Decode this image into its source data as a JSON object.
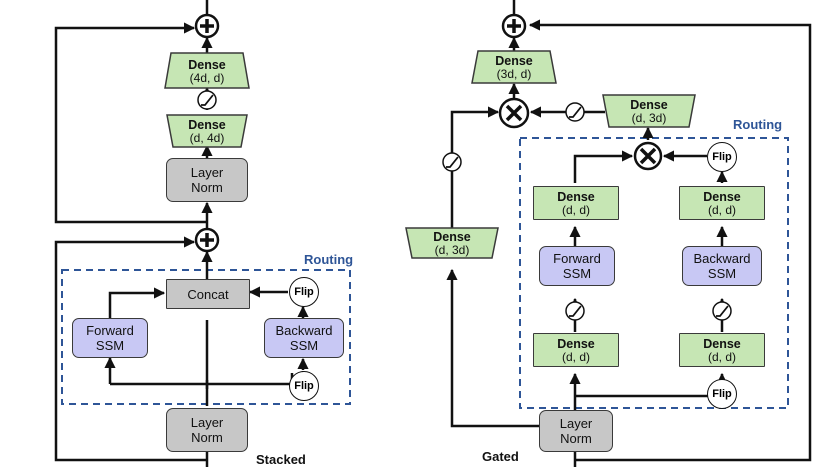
{
  "stacked": {
    "caption": "Stacked",
    "routing_label": "Routing",
    "dense_top": {
      "name": "Dense",
      "dims": "(4d, d)"
    },
    "dense_mid": {
      "name": "Dense",
      "dims": "(d, 4d)"
    },
    "layer_norm_top": {
      "line1": "Layer",
      "line2": "Norm"
    },
    "concat": "Concat",
    "forward_ssm": {
      "line1": "Forward",
      "line2": "SSM"
    },
    "backward_ssm": {
      "line1": "Backward",
      "line2": "SSM"
    },
    "flip": "Flip",
    "layer_norm_bottom": {
      "line1": "Layer",
      "line2": "Norm"
    }
  },
  "gated": {
    "caption": "Gated",
    "routing_label": "Routing",
    "dense_top": {
      "name": "Dense",
      "dims": "(3d, d)"
    },
    "dense_right": {
      "name": "Dense",
      "dims": "(d, 3d)"
    },
    "dense_left": {
      "name": "Dense",
      "dims": "(d, 3d)"
    },
    "dense_fwd_top": {
      "name": "Dense",
      "dims": "(d, d)"
    },
    "dense_bwd_top": {
      "name": "Dense",
      "dims": "(d, d)"
    },
    "forward_ssm": {
      "line1": "Forward",
      "line2": "SSM"
    },
    "backward_ssm": {
      "line1": "Backward",
      "line2": "SSM"
    },
    "dense_fwd_bottom": {
      "name": "Dense",
      "dims": "(d, d)"
    },
    "dense_bwd_bottom": {
      "name": "Dense",
      "dims": "(d, d)"
    },
    "flip": "Flip",
    "layer_norm": {
      "line1": "Layer",
      "line2": "Norm"
    }
  },
  "colors": {
    "dense": "#c6e6b4",
    "ssm": "#c8c8f4",
    "norm": "#c7c7c7",
    "routing": "#2e5597",
    "line": "#111111"
  }
}
